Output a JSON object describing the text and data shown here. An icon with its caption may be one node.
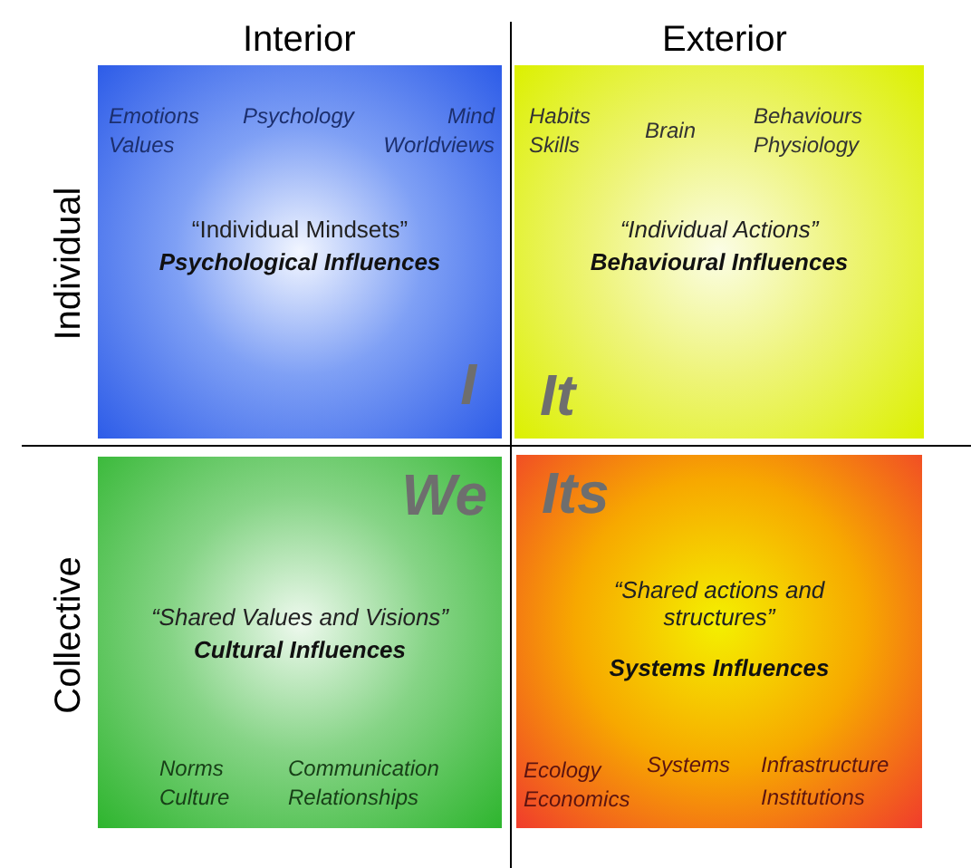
{
  "diagram": {
    "nodes": [
      {
        "text": [
          "Emotions",
          "Psychology",
          "Mind",
          "Values",
          "Worldviews",
          "“Individual Mindsets”",
          "Psychological Influences",
          "I"
        ]
      },
      {
        "text": [
          "Habits",
          "Skills",
          "Brain",
          "Behaviours",
          "Physiology",
          "“Individual Actions”",
          "Behavioural Influences",
          "It"
        ]
      },
      {
        "text": [
          "We",
          "“Shared Values and Visions”",
          "Cultural Influences",
          "Norms",
          "Culture",
          "Communication",
          "Relationships"
        ]
      },
      {
        "text": [
          "Its",
          "“Shared actions and structures”",
          "Systems Influences",
          "Ecology",
          "Economics",
          "Systems",
          "Infrastructure",
          "Institutions"
        ]
      }
    ],
    "edges": [],
    "labels": [
      "Interior",
      "Exterior",
      "Individual",
      "Collective"
    ]
  }
}
